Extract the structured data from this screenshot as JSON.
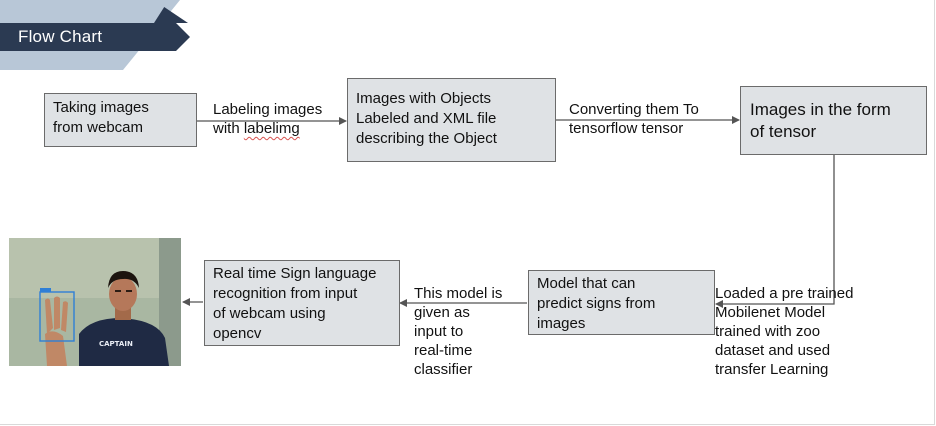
{
  "header": {
    "title": "Flow Chart"
  },
  "flow": {
    "step1": {
      "line1": "Taking images",
      "line2": "from webcam"
    },
    "edge1": {
      "line1": "Labeling images",
      "line2_pre": "with ",
      "line2_squiggle": "labelimg"
    },
    "step2": "Images with Objects\nLabeled and XML file\ndescribing the Object",
    "edge2": "Converting them  To\ntensorflow tensor",
    "step3": "Images in the form\nof tensor",
    "edge3": "Loaded a pre trained\nMobilenet Model\ntrained with zoo\ndataset and used\ntransfer Learning",
    "step4": "Model that can\npredict signs from\nimages",
    "edge4": "This model is\ngiven as\ninput to\nreal-time\nclassifier",
    "step5": "Real time Sign language\nrecognition from input\nof webcam using\nopencv",
    "photo_shirt_text": "CAPTAIN"
  },
  "colors": {
    "banner_dark": "#2b3a52",
    "banner_light": "#b8c7d7",
    "box_fill": "#dfe2e5",
    "arrow": "#555555",
    "detection_box": "#2f7fd6"
  }
}
